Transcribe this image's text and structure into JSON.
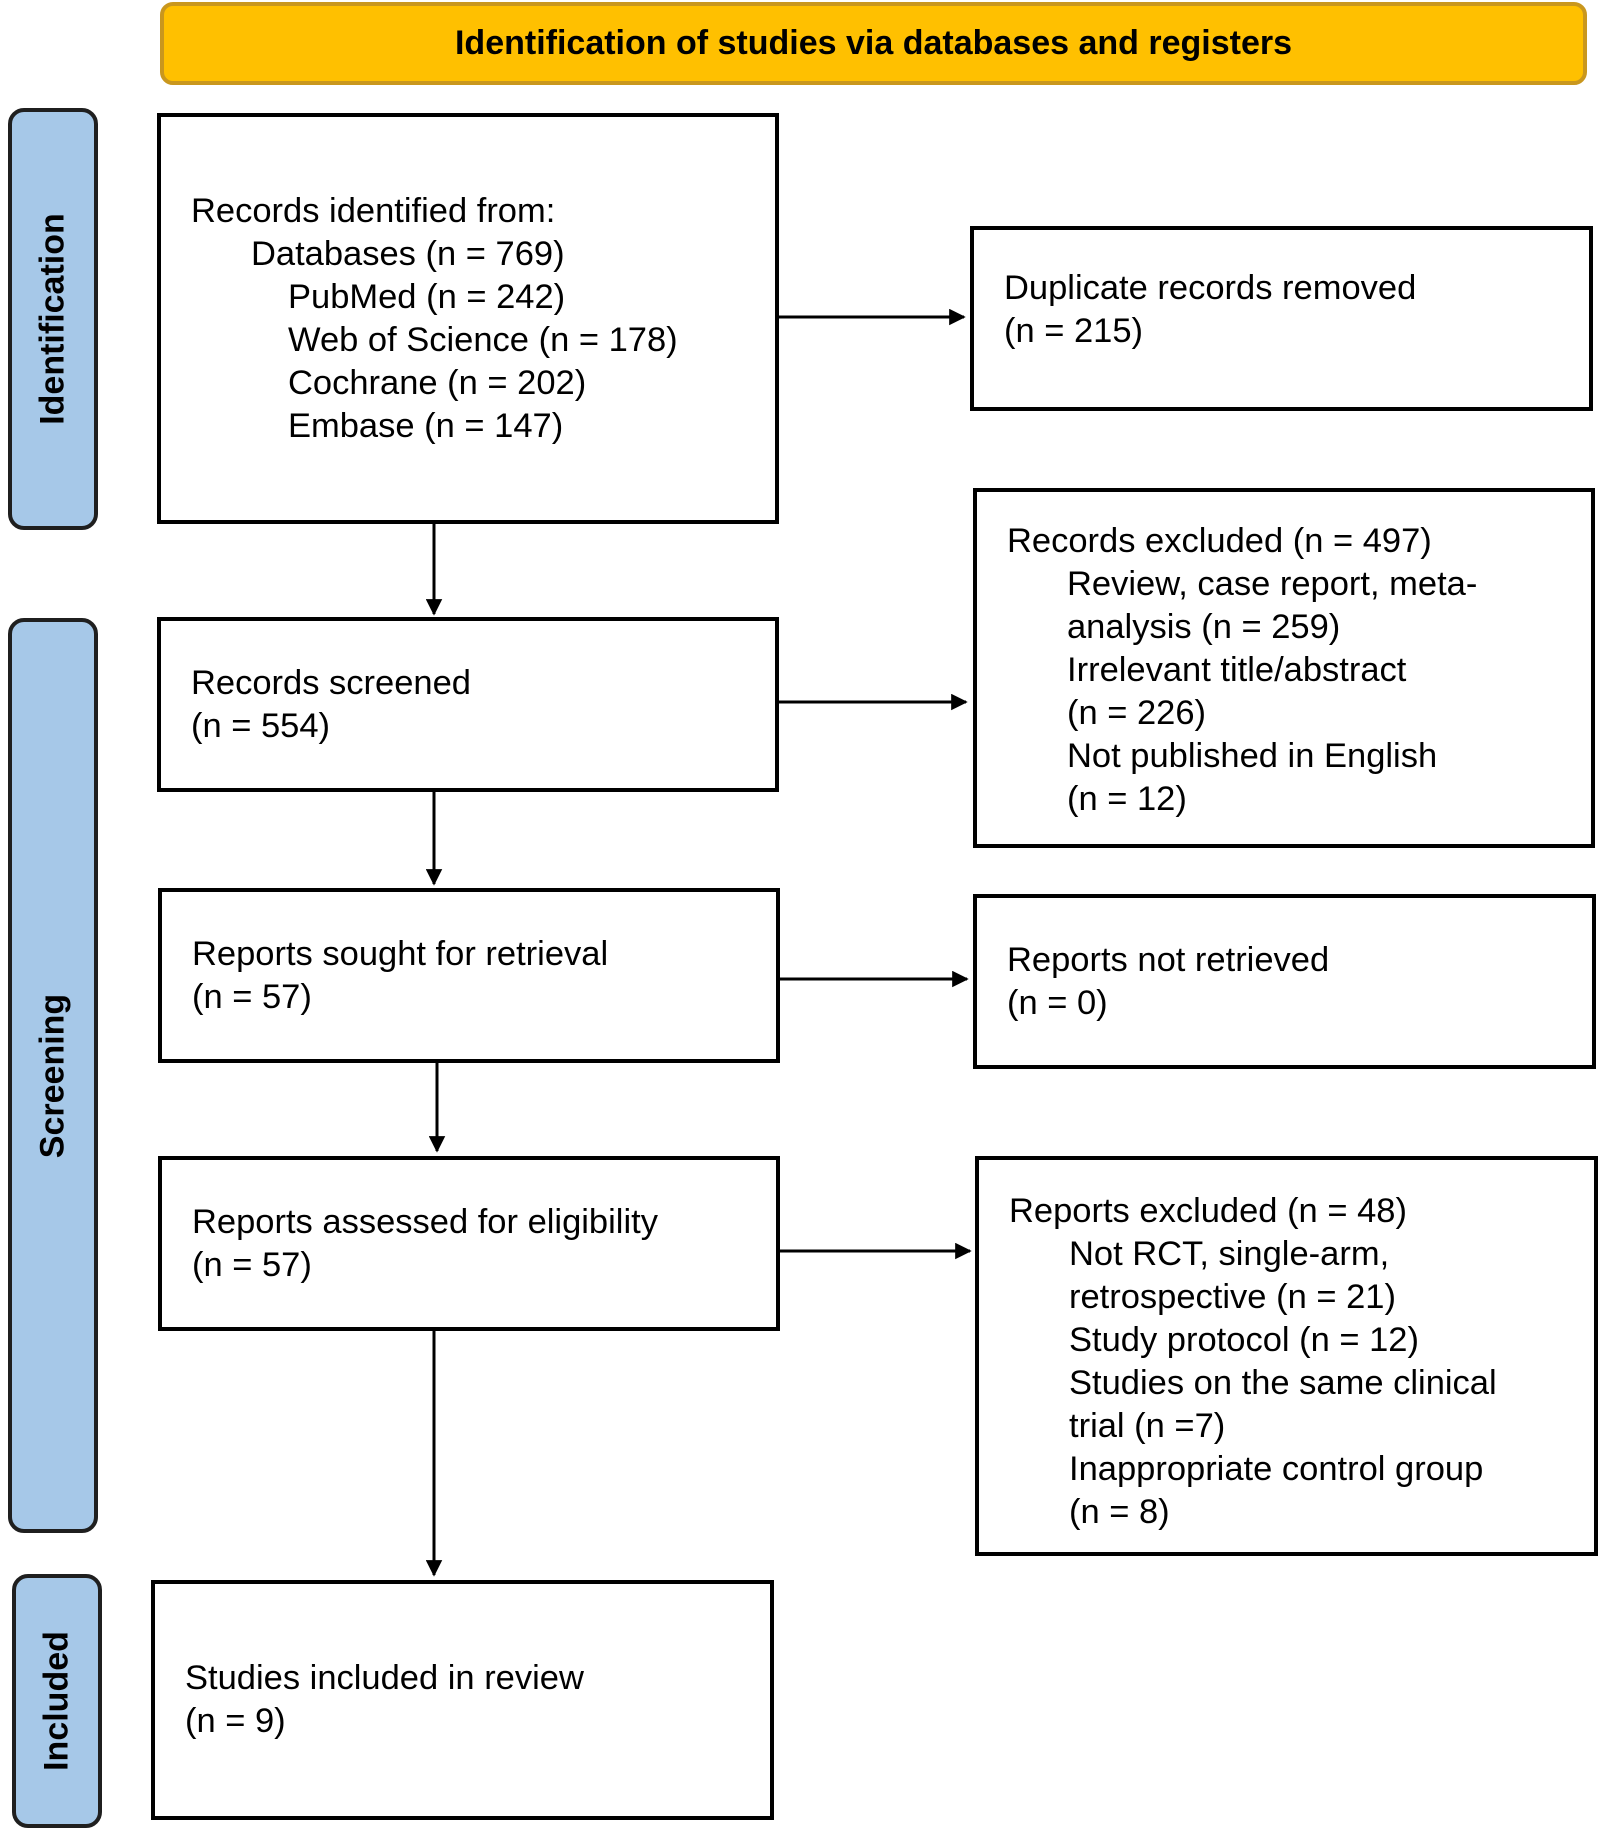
{
  "header": {
    "title": "Identification of studies via databases and registers"
  },
  "phases": {
    "identification": "Identification",
    "screening": "Screening",
    "included": "Included"
  },
  "records_identified": {
    "heading": "Records identified from:",
    "databases": "Databases (n = 769)",
    "sources": [
      "PubMed (n = 242)",
      "Web of Science (n = 178)",
      "Cochrane (n = 202)",
      "Embase (n = 147)"
    ]
  },
  "duplicates_removed": {
    "line1": "Duplicate records removed",
    "line2": "(n = 215)"
  },
  "records_screened": {
    "line1": "Records screened",
    "line2": "(n = 554)"
  },
  "records_excluded": {
    "heading": "Records excluded (n = 497)",
    "lines": [
      "Review, case report, meta-",
      "analysis (n = 259)",
      "Irrelevant title/abstract",
      "(n = 226)",
      "Not published in English",
      "(n = 12)"
    ]
  },
  "reports_sought": {
    "line1": "Reports sought for retrieval",
    "line2": "(n = 57)"
  },
  "reports_not_retrieved": {
    "line1": "Reports not retrieved",
    "line2": "(n = 0)"
  },
  "reports_assessed": {
    "line1": "Reports assessed for eligibility",
    "line2": "(n = 57)"
  },
  "reports_excluded": {
    "heading": "Reports excluded (n = 48)",
    "lines": [
      "Not RCT, single-arm,",
      "retrospective (n = 21)",
      "Study protocol (n = 12)",
      "Studies on the same clinical",
      "trial (n =7)",
      "Inappropriate control group",
      "(n = 8)"
    ]
  },
  "studies_included": {
    "line1": "Studies included in review",
    "line2": "(n = 9)"
  },
  "colors": {
    "header_fill": "#FFC000",
    "phase_fill": "#A6C8E8",
    "box_border": "#000000"
  }
}
